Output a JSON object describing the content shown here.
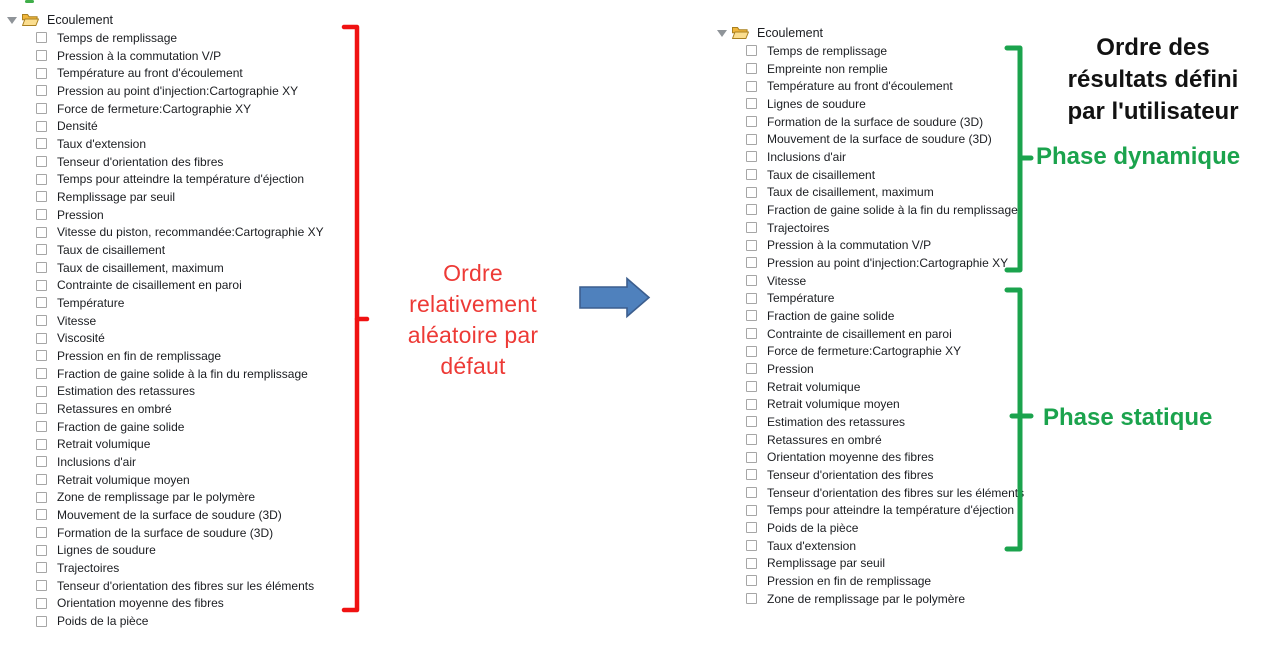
{
  "left_tree": {
    "root": "Ecoulement",
    "items": [
      "Temps de remplissage",
      "Pression à la commutation V/P",
      "Température au front d'écoulement",
      "Pression au point d'injection:Cartographie XY",
      "Force de fermeture:Cartographie XY",
      "Densité",
      "Taux d'extension",
      "Tenseur d'orientation des fibres",
      "Temps pour atteindre la température d'éjection",
      "Remplissage par seuil",
      "Pression",
      "Vitesse du piston, recommandée:Cartographie XY",
      "Taux de cisaillement",
      "Taux de cisaillement, maximum",
      "Contrainte de cisaillement en paroi",
      "Température",
      "Vitesse",
      "Viscosité",
      "Pression en fin de remplissage",
      "Fraction de gaine solide à la fin du remplissage",
      "Estimation des retassures",
      "Retassures en ombré",
      "Fraction de gaine solide",
      "Retrait volumique",
      "Inclusions d'air",
      "Retrait volumique moyen",
      "Zone de remplissage par le polymère",
      "Mouvement de la surface de soudure (3D)",
      "Formation de la surface de soudure (3D)",
      "Lignes de soudure",
      "Trajectoires",
      "Tenseur d'orientation des fibres sur les éléments",
      "Orientation moyenne des fibres",
      "Poids de la pièce"
    ]
  },
  "right_tree": {
    "root": "Ecoulement",
    "items": [
      "Temps de remplissage",
      "Empreinte non remplie",
      "Température au front d'écoulement",
      "Lignes de soudure",
      "Formation de la surface de soudure (3D)",
      "Mouvement de la surface de soudure (3D)",
      "Inclusions d'air",
      "Taux de cisaillement",
      "Taux de cisaillement, maximum",
      "Fraction de gaine solide à la fin du remplissage",
      "Trajectoires",
      "Pression à la commutation V/P",
      "Pression au point d'injection:Cartographie XY",
      "Vitesse",
      "Température",
      "Fraction de gaine solide",
      "Contrainte de cisaillement en paroi",
      "Force de fermeture:Cartographie XY",
      "Pression",
      "Retrait volumique",
      "Retrait volumique moyen",
      "Estimation des retassures",
      "Retassures en ombré",
      "Orientation moyenne des fibres",
      "Tenseur d'orientation des fibres",
      "Tenseur d'orientation des fibres sur les éléments",
      "Temps pour atteindre la température d'éjection",
      "Poids de la pièce",
      "Taux d'extension",
      "Remplissage par seuil",
      "Pression en fin de remplissage",
      "Zone de remplissage par le polymère"
    ]
  },
  "annotations": {
    "red_note": "Ordre\nrelativement\naléatoire par\ndéfaut",
    "title": "Ordre des\nrésultats défini\npar l'utilisateur",
    "phase_dynamic": "Phase dynamique",
    "phase_static": "Phase statique"
  },
  "colors": {
    "red_text": "#ed3a36",
    "red_bracket": "#f01212",
    "green": "#1ba34d",
    "arrow_fill": "#4f81bd",
    "arrow_stroke": "#3c5e8e"
  },
  "icons": [
    "expanded-triangle-icon",
    "open-folder-icon",
    "checkbox-unchecked"
  ]
}
